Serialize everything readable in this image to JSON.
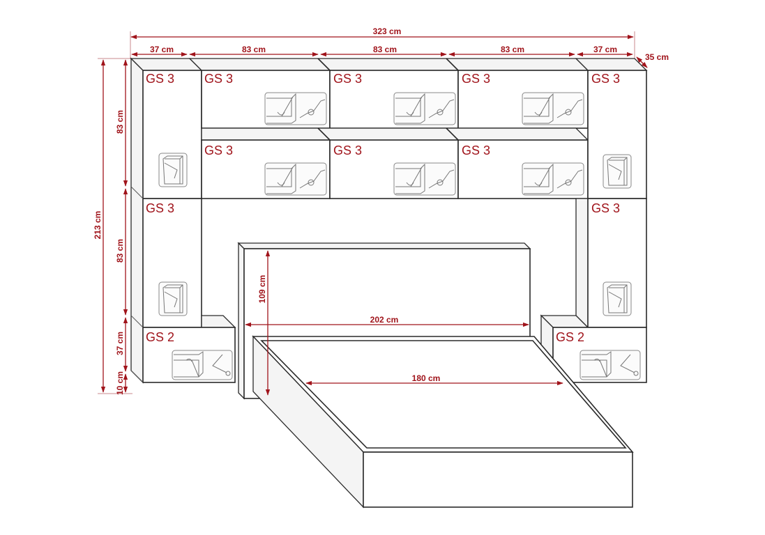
{
  "colors": {
    "dimension": "#a0141b",
    "outline": "#2a2a2a",
    "background": "#ffffff"
  },
  "dimensions": {
    "total_width": "323 cm",
    "col_left": "37 cm",
    "col_1": "83 cm",
    "col_2": "83 cm",
    "col_3": "83 cm",
    "col_right": "37 cm",
    "depth": "35 cm",
    "total_height": "213 cm",
    "upper_height": "83 cm",
    "middle_height": "83 cm",
    "lower_height": "37 cm",
    "plinth_height": "10 cm",
    "headboard_height": "109 cm",
    "headboard_width": "202 cm",
    "mattress_width": "180 cm"
  },
  "modules": {
    "left_top": "GS 3",
    "top_1": "GS 3",
    "top_2": "GS 3",
    "top_3": "GS 3",
    "right_top": "GS 3",
    "mid_1": "GS 3",
    "mid_2": "GS 3",
    "mid_3": "GS 3",
    "left_mid": "GS 3",
    "right_mid": "GS 3",
    "left_bottom": "GS 2",
    "right_bottom": "GS 2"
  },
  "icons": [
    "lift-up-door-icon",
    "gas-strut-icon",
    "side-hinged-door-icon",
    "flap-door-icon",
    "flap-stay-icon"
  ]
}
